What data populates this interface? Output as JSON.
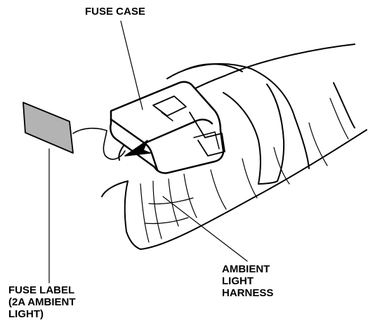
{
  "labels": {
    "fuse_case": "FUSE CASE",
    "ambient_light_harness": [
      "AMBIENT",
      "LIGHT",
      "HARNESS"
    ],
    "fuse_label": [
      "FUSE LABEL",
      "(2A AMBIENT",
      "LIGHT)"
    ]
  },
  "colors": {
    "line": "#000000",
    "background": "#ffffff",
    "label_fill": "#b3b3b3"
  }
}
